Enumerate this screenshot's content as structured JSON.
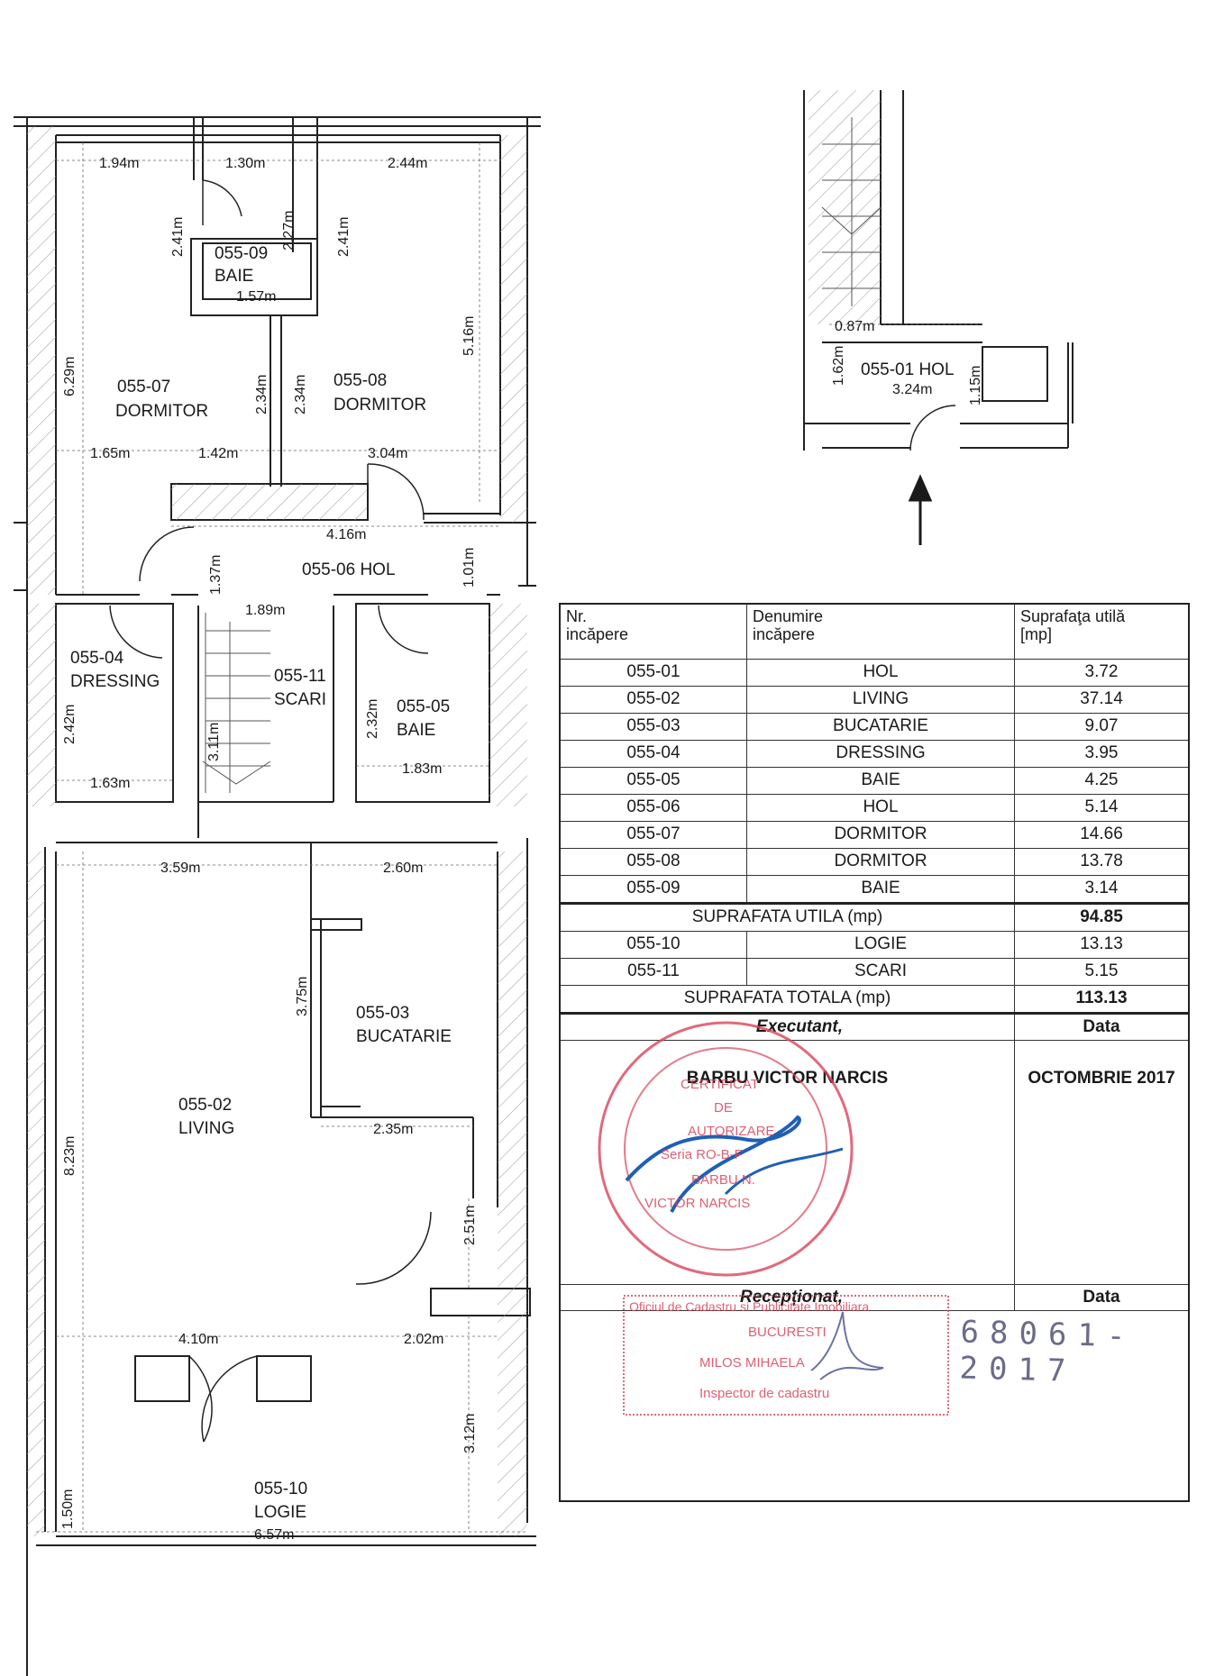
{
  "plan": {
    "rooms": [
      {
        "id": "055-07",
        "name": "DORMITOR"
      },
      {
        "id": "055-08",
        "name": "DORMITOR"
      },
      {
        "id": "055-09",
        "name": "BAIE"
      },
      {
        "id": "055-06",
        "name": "HOL"
      },
      {
        "id": "055-04",
        "name": "DRESSING"
      },
      {
        "id": "055-11",
        "name": "SCARI"
      },
      {
        "id": "055-05",
        "name": "BAIE"
      },
      {
        "id": "055-02",
        "name": "LIVING"
      },
      {
        "id": "055-03",
        "name": "BUCATARIE"
      },
      {
        "id": "055-10",
        "name": "LOGIE"
      },
      {
        "id": "055-01",
        "name": "HOL"
      }
    ],
    "dimensions": [
      "1.94m",
      "1.30m",
      "2.44m",
      "2.41m",
      "2.27m",
      "2.41m",
      "1.57m",
      "5.16m",
      "6.29m",
      "2.34m",
      "2.34m",
      "1.65m",
      "1.42m",
      "3.04m",
      "4.16m",
      "1.37m",
      "1.01m",
      "1.89m",
      "2.42m",
      "3.11m",
      "2.32m",
      "1.63m",
      "1.83m",
      "3.59m",
      "2.60m",
      "3.75m",
      "2.35m",
      "8.23m",
      "2.51m",
      "4.10m",
      "2.02m",
      "3.12m",
      "1.50m",
      "6.57m",
      "0.87m",
      "1.62m",
      "3.24m",
      "1.15m"
    ]
  },
  "table": {
    "headers": {
      "nr": "Nr.\nincăpere",
      "name": "Denumire\nincăpere",
      "area": "Suprafaţa utilă\n[mp]"
    },
    "rows": [
      {
        "nr": "055-01",
        "name": "HOL",
        "area": "3.72"
      },
      {
        "nr": "055-02",
        "name": "LIVING",
        "area": "37.14"
      },
      {
        "nr": "055-03",
        "name": "BUCATARIE",
        "area": "9.07"
      },
      {
        "nr": "055-04",
        "name": "DRESSING",
        "area": "3.95"
      },
      {
        "nr": "055-05",
        "name": "BAIE",
        "area": "4.25"
      },
      {
        "nr": "055-06",
        "name": "HOL",
        "area": "5.14"
      },
      {
        "nr": "055-07",
        "name": "DORMITOR",
        "area": "14.66"
      },
      {
        "nr": "055-08",
        "name": "DORMITOR",
        "area": "13.78"
      },
      {
        "nr": "055-09",
        "name": "BAIE",
        "area": "3.14"
      }
    ],
    "useful_total": {
      "label": "SUPRAFATA UTILA (mp)",
      "value": "94.85"
    },
    "extra_rows": [
      {
        "nr": "055-10",
        "name": "LOGIE",
        "area": "13.13"
      },
      {
        "nr": "055-11",
        "name": "SCARI",
        "area": "5.15"
      }
    ],
    "grand_total": {
      "label": "SUPRAFATA TOTALA (mp)",
      "value": "113.13"
    },
    "executant_label": "Executant,",
    "data_label": "Data",
    "executant_name": "BARBU VICTOR NARCIS",
    "executant_date": "OCTOMBRIE 2017",
    "receptionat_label": "Recepționat,",
    "data_label_2": "Data",
    "registration_number": "68061-2017"
  },
  "stamps": {
    "executant": [
      "CERTIFICAT",
      "DE",
      "AUTORIZARE",
      "Seria RO-B-F",
      "BARBU N.",
      "VICTOR NARCIS"
    ],
    "receptionat": [
      "Oficiul de Cadastru si Publicitate Imobiliara",
      "BUCURESTI",
      "MILOS MIHAELA",
      "Inspector de cadastru"
    ]
  },
  "colors": {
    "stamp": "#d9455a",
    "ink": "#1a1a1a",
    "signature": "#1f5fb5"
  }
}
